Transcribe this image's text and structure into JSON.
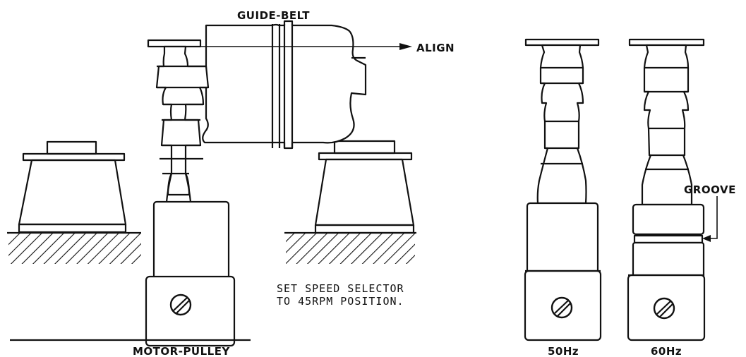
{
  "labels": {
    "guide_belt": "GUIDE-BELT",
    "align": "ALIGN",
    "motor_pulley": "MOTOR-PULLEY",
    "note_line1": "SET SPEED SELECTOR",
    "note_line2": "TO 45RPM POSITION.",
    "groove": "GROOVE",
    "hz50": "50Hz",
    "hz60": "60Hz"
  }
}
